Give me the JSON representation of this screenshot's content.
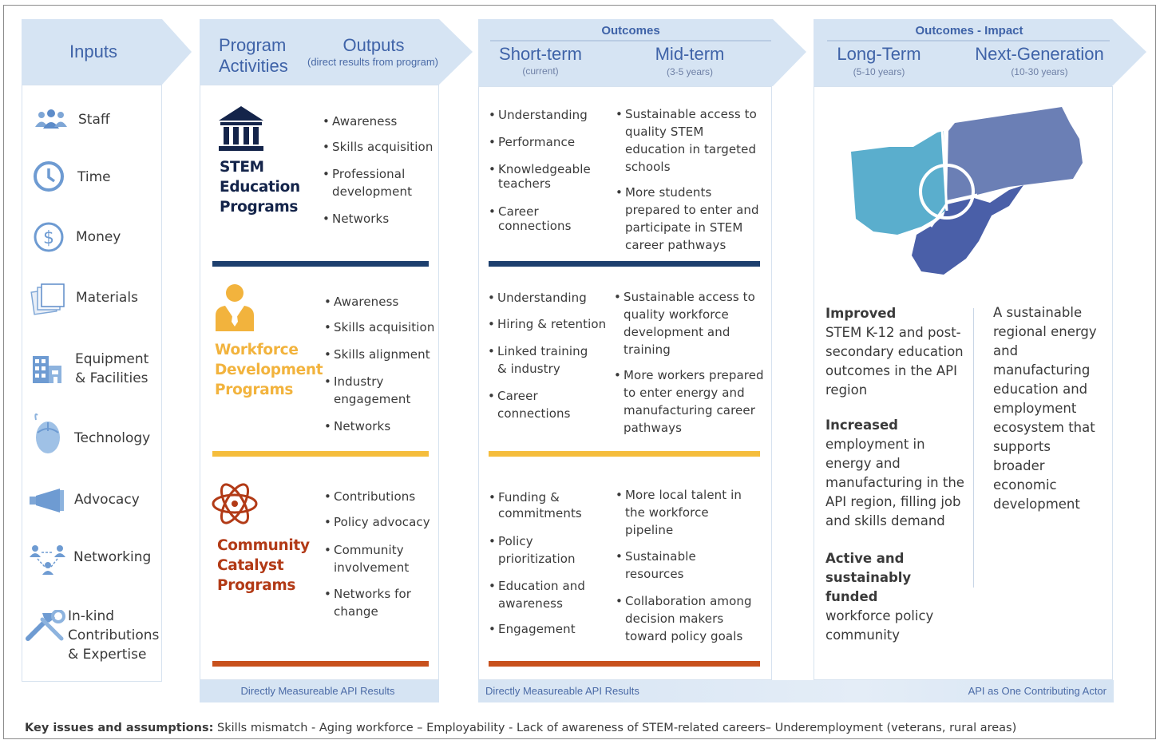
{
  "columns": {
    "inputs": {
      "title": "Inputs"
    },
    "activities": {
      "title_line1": "Program",
      "title_line2": "Activities"
    },
    "outputs": {
      "title": "Outputs",
      "subtitle": "(direct results from program)"
    },
    "outcomes": {
      "title": "Outcomes",
      "short_term": {
        "title": "Short-term",
        "subtitle": "(current)"
      },
      "mid_term": {
        "title": "Mid-term",
        "subtitle": "(3-5 years)"
      }
    },
    "impact": {
      "title": "Outcomes - Impact",
      "long_term": {
        "title": "Long-Term",
        "subtitle": "(5-10 years)"
      },
      "next_gen": {
        "title": "Next-Generation",
        "subtitle": "(10-30 years)"
      }
    }
  },
  "inputs": [
    {
      "label": "Staff",
      "icon": "staff-icon"
    },
    {
      "label": "Time",
      "icon": "clock-icon"
    },
    {
      "label": "Money",
      "icon": "dollar-icon"
    },
    {
      "label": "Materials",
      "icon": "materials-icon"
    },
    {
      "label_line1": "Equipment",
      "label_line2": "& Facilities",
      "icon": "building-icon"
    },
    {
      "label": "Technology",
      "icon": "mouse-icon"
    },
    {
      "label": "Advocacy",
      "icon": "megaphone-icon"
    },
    {
      "label": "Networking",
      "icon": "network-icon"
    },
    {
      "label_line1": "In-kind",
      "label_line2": "Contributions",
      "label_line3": "& Expertise",
      "icon": "tools-icon"
    }
  ],
  "programs": [
    {
      "name_line1": "STEM",
      "name_line2": "Education",
      "name_line3": "Programs",
      "color": "#1a2a4f",
      "bar_color": "#1d3f6e",
      "icon": "institution-icon",
      "outputs": [
        "Awareness",
        "Skills acquisition",
        "Professional development",
        "Networks"
      ],
      "short_term": [
        "Understanding",
        "Performance",
        "Knowledgeable teachers",
        "Career connections"
      ],
      "mid_term": [
        "Sustainable access to quality STEM education in targeted schools",
        "More students prepared to enter and participate in STEM career pathways"
      ]
    },
    {
      "name_line1": "Workforce",
      "name_line2": "Development",
      "name_line3": "Programs",
      "color": "#f2b33d",
      "bar_color": "#f5bd3c",
      "icon": "worker-icon",
      "outputs": [
        "Awareness",
        "Skills acquisition",
        "Skills alignment",
        "Industry engagement",
        "Networks"
      ],
      "short_term": [
        "Understanding",
        "Hiring & retention",
        "Linked training & industry",
        "Career connections"
      ],
      "mid_term": [
        "Sustainable access to quality workforce development and training",
        "More workers prepared to enter energy and manufacturing career pathways"
      ]
    },
    {
      "name_line1": "Community",
      "name_line2": "Catalyst",
      "name_line3": "Programs",
      "color": "#b23a16",
      "bar_color": "#c8511d",
      "icon": "atom-icon",
      "outputs": [
        "Contributions",
        "Policy advocacy",
        "Community involvement",
        "Networks for change"
      ],
      "short_term": [
        "Funding & commitments",
        "Policy prioritization",
        "Education and awareness",
        "Engagement"
      ],
      "mid_term": [
        "More local talent in the workforce pipeline",
        "Sustainable resources",
        "Collaboration among decision makers toward policy goals"
      ]
    }
  ],
  "impact": {
    "map_icon": "region-map-icon",
    "long_term": [
      {
        "bold": "Improved",
        "text": "STEM K-12 and post-secondary education outcomes in the API region"
      },
      {
        "bold": "Increased",
        "text": "employment in energy and manufacturing in the API region, filling job and skills demand"
      },
      {
        "bold": "Active and sustainably funded",
        "text": "workforce policy community"
      }
    ],
    "next_gen": "A sustainable regional energy and manufacturing education and employment ecosystem that supports broader economic development"
  },
  "footers": {
    "programs": "Directly Measureable API Results",
    "outcomes": "Directly Measureable API Results",
    "impact": "API as One Contributing Actor"
  },
  "key_issues": {
    "label": "Key issues and assumptions:",
    "text": "Skills mismatch - Aging workforce – Employability - Lack of awareness of STEM-related careers– Underemployment (veterans, rural areas)"
  },
  "colors": {
    "header_band": "#d6e4f3",
    "header_text": "#3f63a8",
    "map_ohio": "#5aaecd",
    "map_pa": "#6b7fb5",
    "map_wv": "#4a5fa8"
  }
}
